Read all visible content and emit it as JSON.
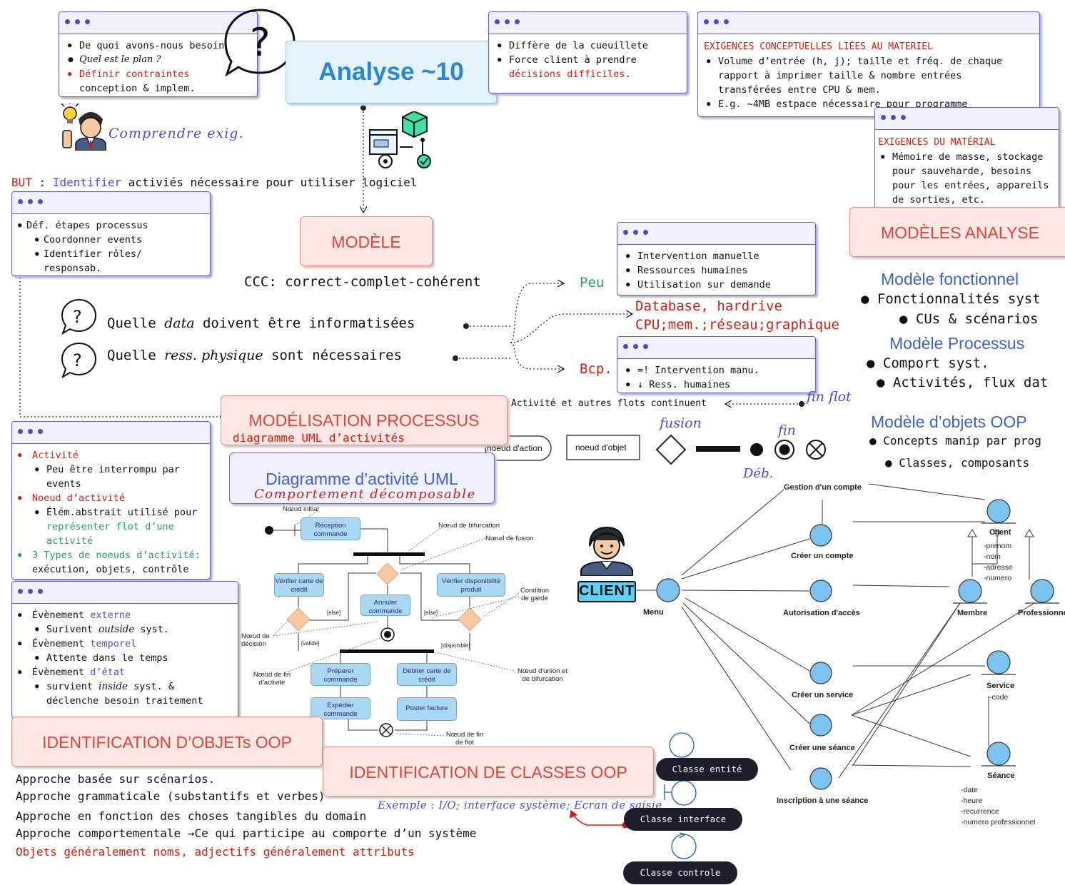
{
  "title": "Analyse ~10",
  "top_left_card": {
    "items": [
      "De quoi avons-nous besoin",
      "Quel est le plan ?",
      "Définir contraintes",
      "conception & implem."
    ]
  },
  "comprendre": "Comprendre exig.",
  "top_mid_card": {
    "line1": "Diffère de la cueuillete",
    "line2": "Force client à prendre",
    "line3": "décisions difficiles",
    "line3_end": "."
  },
  "exig_conc_card": {
    "header": "EXIGENCES CONCEPTUELLES LIÉES AU MATERIEL",
    "item1": "Volume d’entrée (h, j); taille et fréq. de chaque rapport à imprimer taille & nombre entrées transférées entre CPU & mem.",
    "item2": "E.g. ~4MB estpace nécessaire pour programme"
  },
  "exig_mat_card": {
    "header": "EXIGENCES DU MATÉRIAL",
    "item1": "Mémoire de masse, stockage pour sauveharde, besoins pour les entrées, appareils de sorties, etc."
  },
  "but": {
    "label": "BUT",
    "sep": " : ",
    "verb": "Identifier",
    "rest": " activiés nécessaire pour utiliser logiciel"
  },
  "etapes_card": {
    "item1": "Déf. étapes processus",
    "sub1": "Coordonner events",
    "sub2": "Identifier rôles/ responsab."
  },
  "modele": "MODÈLE",
  "ccc": "CCC: correct-complet-cohérent",
  "q1": {
    "a": "Quelle ",
    "b": "data",
    "c": " doivent être informatisées"
  },
  "q2": {
    "a": "Quelle ",
    "b": "ress. physique",
    "c": " sont nécessaires"
  },
  "peu": "Peu",
  "bcp": "Bcp.",
  "peu_card": {
    "items": [
      "Intervention manuelle",
      "Ressources humaines",
      "Utilisation sur demande"
    ]
  },
  "database": {
    "line1": "Database, hardrive",
    "line2": "CPU;mem.;réseau;graphique"
  },
  "bcp_card": {
    "items": [
      "=! Intervention manu.",
      "↓ Ress. humaines"
    ]
  },
  "modeles_analyse": {
    "title": "MODÈLES ANALYSE",
    "fonc_title": "Modèle fonctionnel",
    "fonc_item": "Fonctionnalités syst",
    "fonc_sub": "CUs & scénarios",
    "proc_title": "Modèle Processus",
    "proc_item": "Comport syst.",
    "proc_sub": "Activités, flux dat",
    "obj_title": "Modèle d’objets OOP",
    "obj_item": "Concepts manip par prog",
    "obj_sub": "Classes, composants"
  },
  "modelisation": {
    "title": "MODÉLISATION PROCESSUS",
    "sub": "diagramme UML d’activités"
  },
  "activite_card": {
    "i1": "Activité",
    "s1": "Peu être interrompu par events",
    "i2": "Noeud d’activité",
    "s2a": "Élém.abstrait utilisé pour ",
    "s2b": "représenter flot d’une activité",
    "i3": "3 Types de noeuds d’activité:",
    "s3": "exécution, objets, contrôle"
  },
  "diagramme": {
    "title": "Diagramme d’activité UML",
    "sub": "Comportement décomposable"
  },
  "flots": "Activité et autres flots continuent",
  "fin_flot": "fin flot",
  "fusion": "fusion",
  "fin": "fin",
  "deb": "Déb.",
  "noeud_action": "noeud d'action",
  "noeud_objet": "noeud d'objet",
  "evenement_card": {
    "e1a": "Évènement ",
    "e1b": "externe",
    "e1s_a": "Surivent ",
    "e1s_b": "outside",
    "e1s_c": " syst.",
    "e2a": "Évènement ",
    "e2b": "temporel",
    "e2s": "Attente dans le temps",
    "e3a": "Évènement ",
    "e3b": "d’état",
    "e3s_a": "survient ",
    "e3s_b": "inside",
    "e3s_c": " syst. & déclenche besoin traitement"
  },
  "uml_activity": {
    "noeud_initial": "Nœud initial",
    "reception": "Réception commande",
    "bifurcation": "Nœud de bifurcation",
    "fusion": "Nœud de fusion",
    "verifier_carte": "Vérifier carte de crédit",
    "verifier_dispo": "Vérifier disponibilité produit",
    "annuler": "Annuler commande",
    "condition": "Condition de garde",
    "else1": "[else]",
    "else2": "[else]",
    "decision": "Nœud de décision",
    "valide": "[valide]",
    "disponible": "[disponible]",
    "fin_activite": "Nœud de fin d'activité",
    "union": "Nœud d'union et de bifurcation",
    "preparer": "Préparer commande",
    "debiter": "Débiter carte de crédit",
    "expedier": "Expédier commande",
    "poster": "Poster facture",
    "fin_flot": "Nœud de fin de flot"
  },
  "identification_objets": "IDENTIFICATION D’OBJETs OOP",
  "identification_classes": "IDENTIFICATION DE CLASSES OOP",
  "approches": [
    "Approche basée sur scénarios.",
    "Approche grammaticale (substantifs et verbes)",
    "Approche en fonction des choses tangibles du domain",
    "Approche comportementale →Ce qui participe au comporte d’un système"
  ],
  "objets_note": "Objets généralement noms, adjectifs généralement attributs",
  "exemple": "Exemple : I/O;  interface système; Ecran de saisie",
  "classes": [
    "Classe entité",
    "Classe interface",
    "Classe controle"
  ],
  "client_badge": "CLIENT",
  "usecase": {
    "menu": "Menu",
    "gestion": "Gestion d'un compte",
    "creer_compte": "Créer un compte",
    "autorisation": "Autorisation d'accès",
    "creer_service": "Créer un service",
    "creer_seance": "Créer une séance",
    "inscription": "Inscription à une séance",
    "client": "Client",
    "client_attrs": [
      "-prenom",
      "-nom",
      "-adresse",
      "-numero"
    ],
    "membre": "Membre",
    "professionnel": "Professionnel",
    "service": "Service",
    "service_attrs": [
      "-code"
    ],
    "seance": "Séance",
    "seance_attrs": [
      "-date",
      "-heure",
      "-recurrence",
      "-numero professionnel"
    ]
  },
  "colors": {
    "red": "#d8190f",
    "blue": "#4b4ad3",
    "green": "#1aa260",
    "box_red": "#fde7e5",
    "box_purple": "#f1f0ff"
  }
}
